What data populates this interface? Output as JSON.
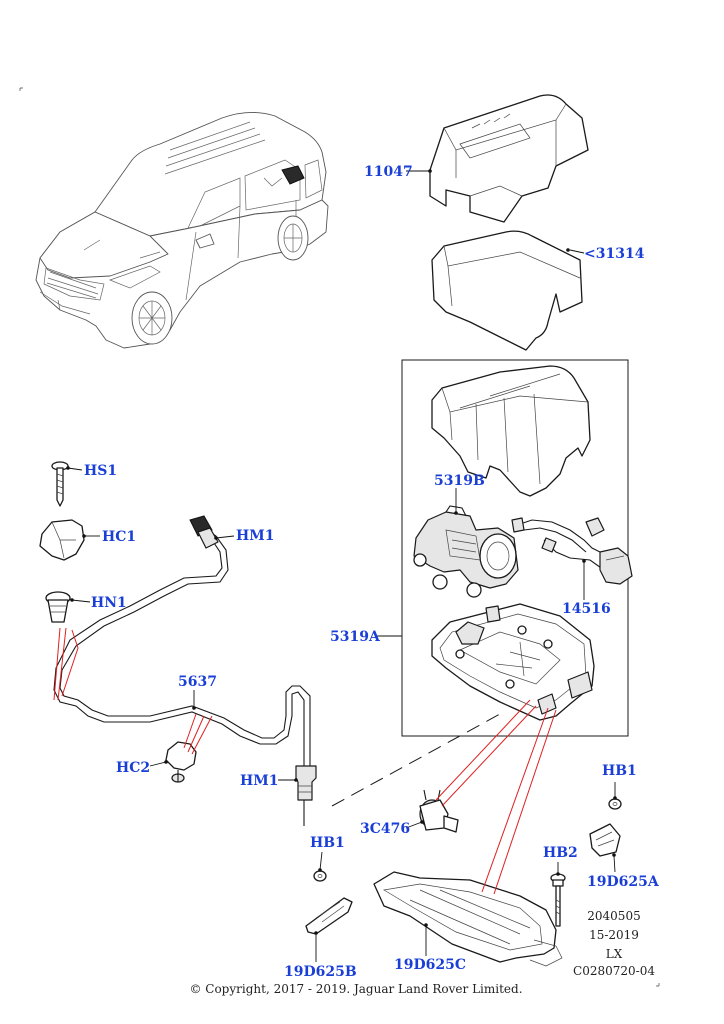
{
  "labels": {
    "l11047": "11047",
    "l31314": "<31314",
    "l5319B": "5319B",
    "l14516": "14516",
    "l5319A": "5319A",
    "lHS1": "HS1",
    "lHC1": "HC1",
    "lHM1a": "HM1",
    "lHN1": "HN1",
    "l5637": "5637",
    "lHC2": "HC2",
    "lHM1b": "HM1",
    "l3C476": "3C476",
    "lHB1a": "HB1",
    "lHB1b": "HB1",
    "lHB2": "HB2",
    "l19D625A": "19D625A",
    "l19D625B": "19D625B",
    "l19D625C": "19D625C"
  },
  "info_block": [
    "2040505",
    "15-2019",
    "LX",
    "C0280720-04"
  ],
  "copyright": "© Copyright, 2017 - 2019. Jaguar Land Rover Limited.",
  "colors": {
    "label": "#1a3fd6",
    "leader_red": "#e02020",
    "ink": "#1a1a1a"
  }
}
